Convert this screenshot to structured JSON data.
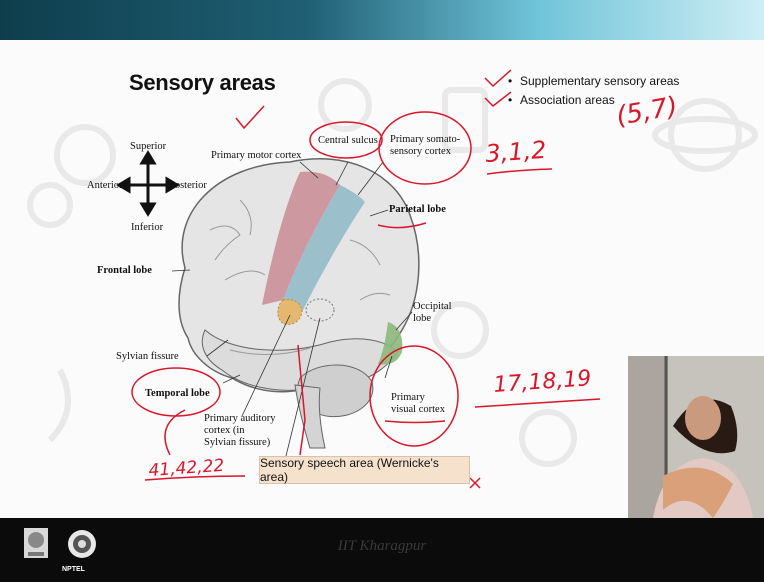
{
  "slide": {
    "title": "Sensory areas",
    "bullets": [
      "Supplementary sensory areas",
      "Association areas"
    ]
  },
  "diagram": {
    "compass": {
      "superior": "Superior",
      "anterior": "Anterior",
      "posterior": "Posterior",
      "inferior": "Inferior"
    },
    "labels": {
      "primary_motor_cortex": "Primary motor cortex",
      "central_sulcus": "Central sulcus",
      "primary_somato_1": "Primary somato-",
      "primary_somato_2": "sensory cortex",
      "parietal_lobe": "Parietal lobe",
      "frontal_lobe": "Frontal lobe",
      "occipital_1": "Occipital",
      "occipital_2": "lobe",
      "sylvian_fissure": "Sylvian fissure",
      "temporal_lobe": "Temporal lobe",
      "primary_visual_1": "Primary",
      "primary_visual_2": "visual cortex",
      "primary_auditory_1": "Primary auditory",
      "primary_auditory_2": "cortex (in",
      "primary_auditory_3": "Sylvian fissure)",
      "sensory_speech_area": "Sensory speech area (Wernicke's area)"
    },
    "region_colors": {
      "motor": "#c98b93",
      "somatosensory": "#8fb9c8",
      "visual": "#8cb87a",
      "auditory": "#e4b870"
    }
  },
  "annotations": {
    "somatosensory_areas": "3,1,2",
    "association_areas": "(5,7)",
    "visual_areas": "17,18,19",
    "auditory_areas": "41,42,22",
    "ink_color": "#d9162a"
  },
  "footer": {
    "institution": "IIT Kharagpur",
    "logo_text": "NPTEL"
  }
}
